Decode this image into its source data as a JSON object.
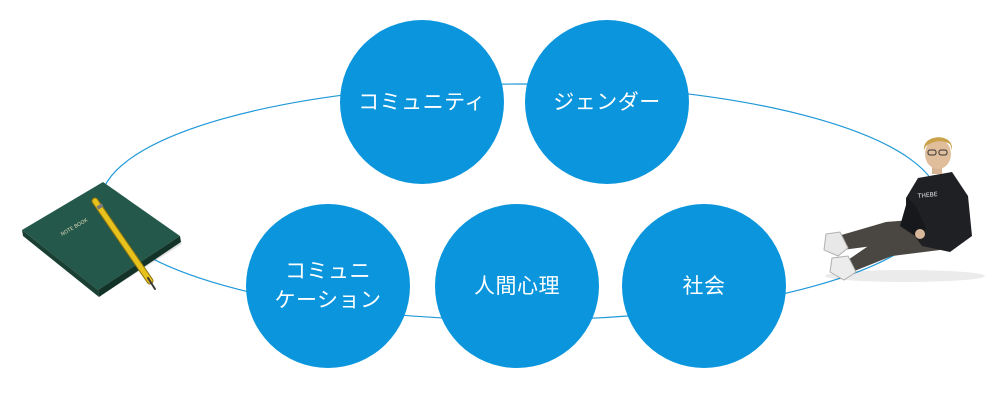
{
  "colors": {
    "circle": "#0a95dc",
    "ring": "#1f98d8",
    "book": "#24584a",
    "pencil": "#e8c21c",
    "hoodie": "#1e2024",
    "pants": "#4a4642"
  },
  "illustrations": {
    "left_image": "notebook-with-pencil",
    "left_image_text": "NOTE BOOK",
    "right_image": "person-sitting-on-floor",
    "right_image_text": "THEBE"
  },
  "topics": [
    {
      "id": "community",
      "label": "コミュニティ"
    },
    {
      "id": "gender",
      "label": "ジェンダー"
    },
    {
      "id": "communication",
      "label": "コミュニ\nケーション"
    },
    {
      "id": "psychology",
      "label": "人間心理"
    },
    {
      "id": "society",
      "label": "社会"
    }
  ]
}
